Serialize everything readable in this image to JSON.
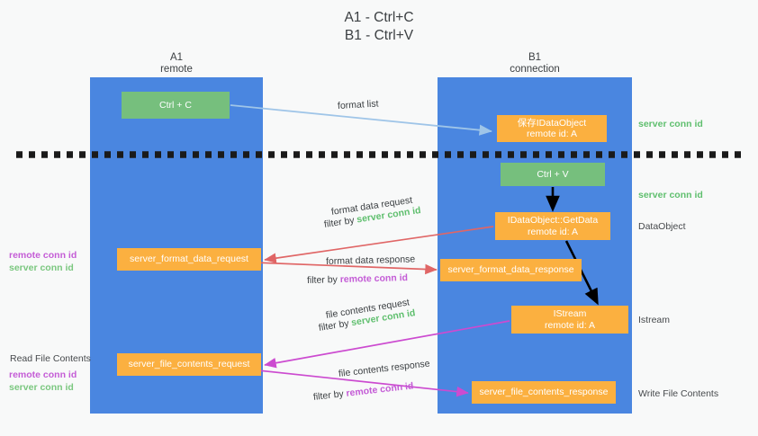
{
  "title": {
    "line1": "A1 - Ctrl+C",
    "line2": "B1 - Ctrl+V"
  },
  "lanes": [
    {
      "id": "a1",
      "name": "A1",
      "subtitle": "remote"
    },
    {
      "id": "b1",
      "name": "B1",
      "subtitle": "connection"
    }
  ],
  "boxes": {
    "ctrl_c": {
      "label": "Ctrl + C",
      "color": "#76bf7d"
    },
    "save_idataobject": {
      "line1": "保存IDataObject",
      "line2": "remote id: A",
      "color": "#fbb040"
    },
    "ctrl_v": {
      "label": "Ctrl + V",
      "color": "#76bf7d"
    },
    "getdata": {
      "line1": "IDataObject::GetData",
      "line2": "remote id: A",
      "color": "#fbb040"
    },
    "format_data_request": {
      "label": "server_format_data_request",
      "color": "#fbb040"
    },
    "format_data_response": {
      "label": "server_format_data_response",
      "color": "#fbb040"
    },
    "istream": {
      "line1": "IStream",
      "line2": "remote id: A",
      "color": "#fbb040"
    },
    "file_contents_request": {
      "label": "server_file_contents_request",
      "color": "#fbb040"
    },
    "file_contents_response": {
      "label": "server_file_contents_response",
      "color": "#fbb040"
    }
  },
  "captions": {
    "format_list": "format list",
    "format_data_request": "format data request",
    "format_data_request_filter_prefix": "filter by ",
    "format_data_request_filter_value": "server conn id",
    "format_data_response": "format data response",
    "format_data_response_filter_prefix": "filter by ",
    "format_data_response_filter_value": "remote conn id",
    "file_contents_request": "file contents request",
    "file_contents_request_filter_prefix": "filter by ",
    "file_contents_request_filter_value": "server conn id",
    "file_contents_response": "file contents response",
    "file_contents_response_filter_prefix": "filter by ",
    "file_contents_response_filter_value": "remote conn id"
  },
  "annotations": {
    "server_conn_id_top": "server conn id",
    "server_conn_id_mid": "server conn id",
    "dataobject": "DataObject",
    "istream": "Istream",
    "write_file_contents": "Write File Contents",
    "read_file_contents": "Read File Contents",
    "remote_conn_id_left_1": "remote conn id",
    "server_conn_id_left_1": "server conn id",
    "remote_conn_id_left_2": "remote conn id",
    "server_conn_id_left_2": "server conn id"
  },
  "colors": {
    "lane": "#4a86e0",
    "green_box": "#76bf7d",
    "orange_box": "#fbb040",
    "green_text": "#5fbf6e",
    "purple_text": "#c45cd6",
    "red_arrow": "#e06666",
    "magenta_arrow": "#cc4bd0",
    "light_blue_arrow": "#9fc5e8",
    "black_arrow": "#000000",
    "background": "#f8f9f9"
  }
}
